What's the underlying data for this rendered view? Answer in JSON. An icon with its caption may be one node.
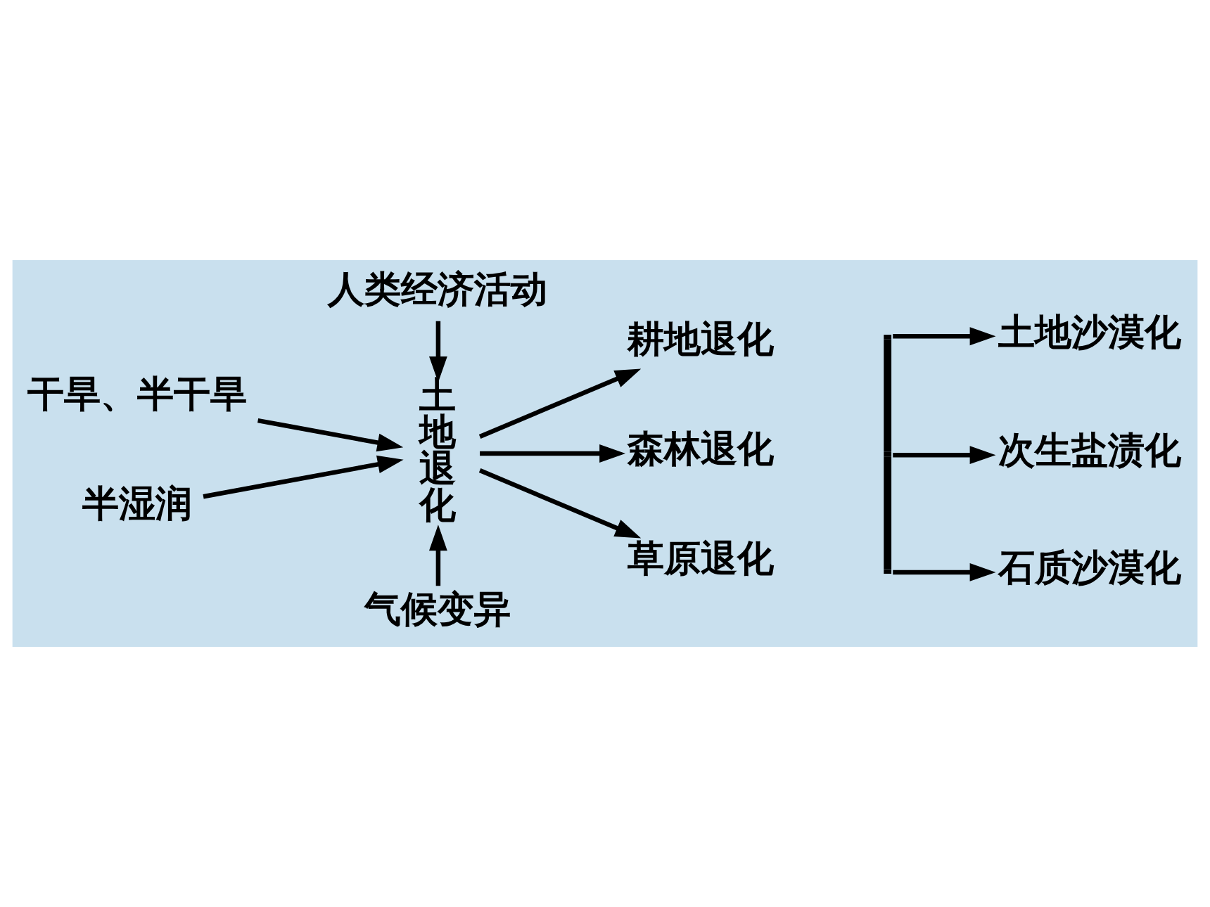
{
  "diagram": {
    "nodes": [
      {
        "text": [
          "人类经济活动"
        ]
      },
      {
        "text": [
          "干旱、半干旱"
        ]
      },
      {
        "text": [
          "半湿润"
        ]
      },
      {
        "text": [
          "土地退化"
        ]
      },
      {
        "text": [
          "气候变异"
        ]
      },
      {
        "text": [
          "耕地退化"
        ]
      },
      {
        "text": [
          "森林退化"
        ]
      },
      {
        "text": [
          "草原退化"
        ]
      },
      {
        "text": [
          "土地沙漠化"
        ]
      },
      {
        "text": [
          "次生盐渍化"
        ]
      },
      {
        "text": [
          "石质沙漠化"
        ]
      },
      {
        "text": [],
        "shape": "bar"
      }
    ],
    "edges": [
      {
        "from": 0,
        "to": 3,
        "arrow": "to"
      },
      {
        "from": 1,
        "to": 3,
        "arrow": "to"
      },
      {
        "from": 2,
        "to": 3,
        "arrow": "to"
      },
      {
        "from": 4,
        "to": 3,
        "arrow": "to"
      },
      {
        "from": 3,
        "to": 5,
        "arrow": "to"
      },
      {
        "from": 3,
        "to": 6,
        "arrow": "to"
      },
      {
        "from": 3,
        "to": 7,
        "arrow": "to"
      },
      {
        "from": 11,
        "to": 8,
        "arrow": "to"
      },
      {
        "from": 11,
        "to": 9,
        "arrow": "to"
      },
      {
        "from": 11,
        "to": 10,
        "arrow": "to"
      }
    ]
  }
}
